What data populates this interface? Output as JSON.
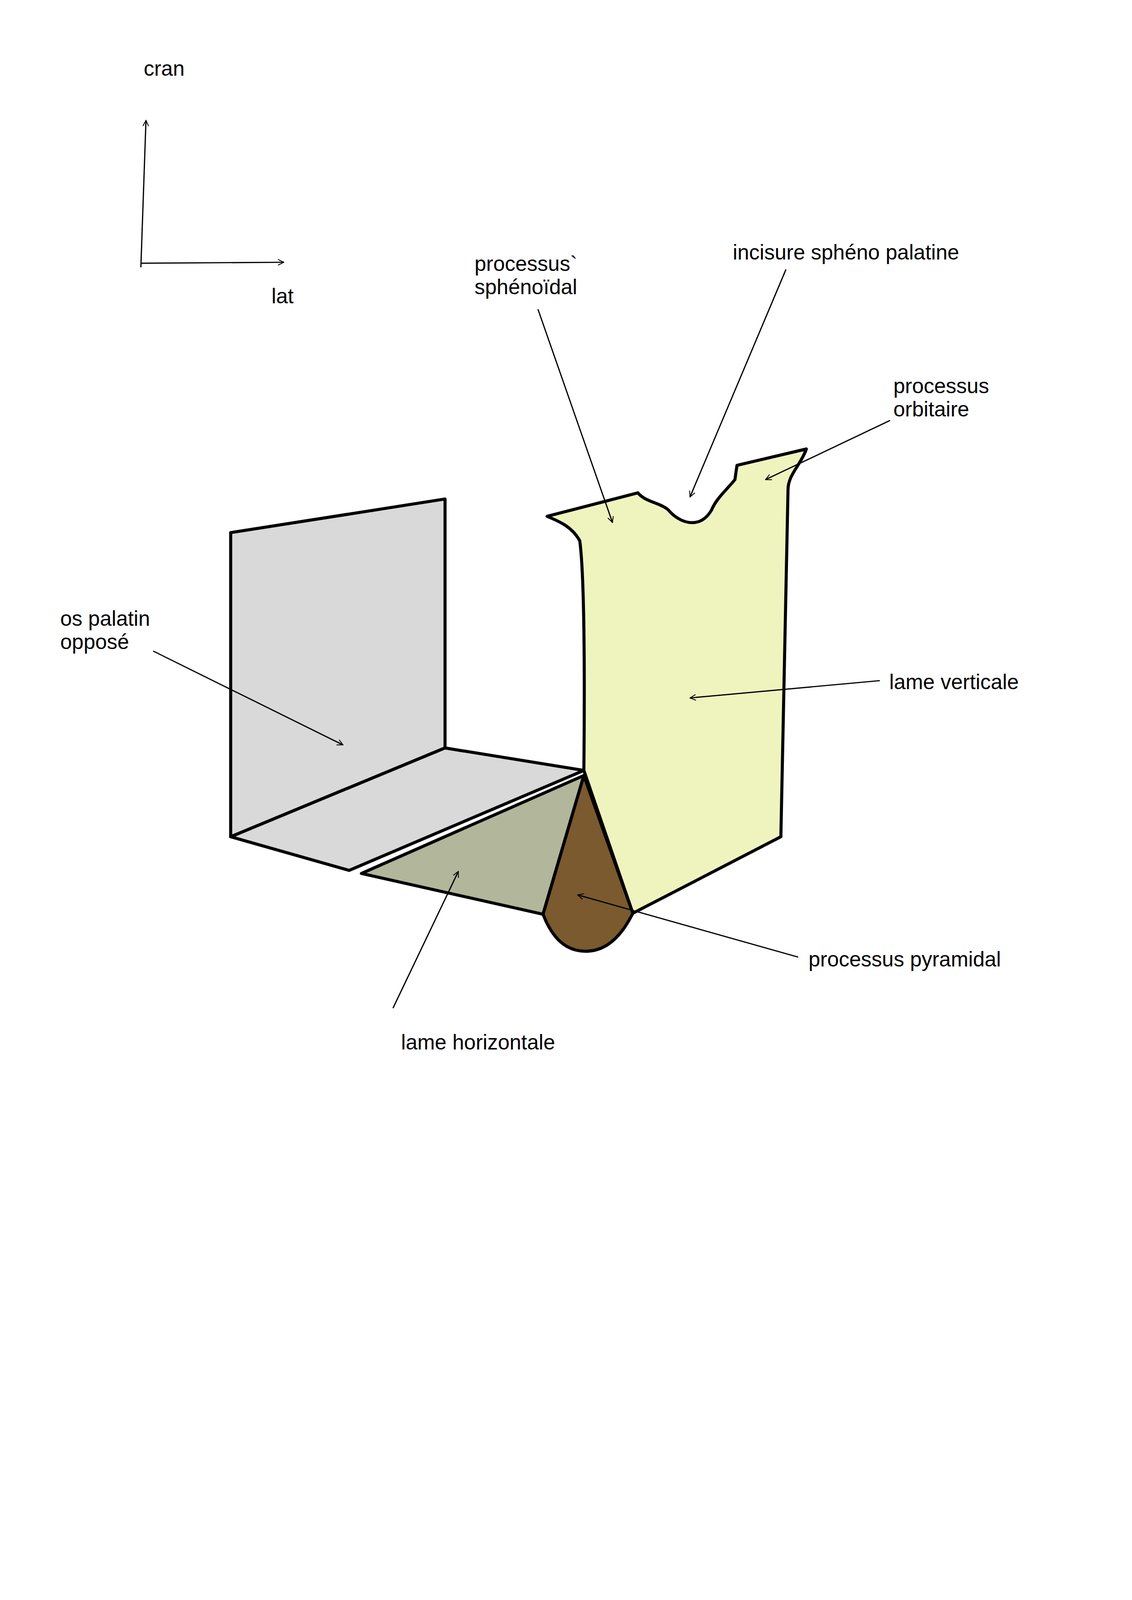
{
  "diagram": {
    "labels": [
      "cran",
      "lat",
      "processus` sphénoïdal",
      "incisure sphéno palatine",
      "processus orbitaire",
      "os palatin opposé",
      "lame verticale",
      "processus pyramidal",
      "lame horizontale"
    ]
  }
}
